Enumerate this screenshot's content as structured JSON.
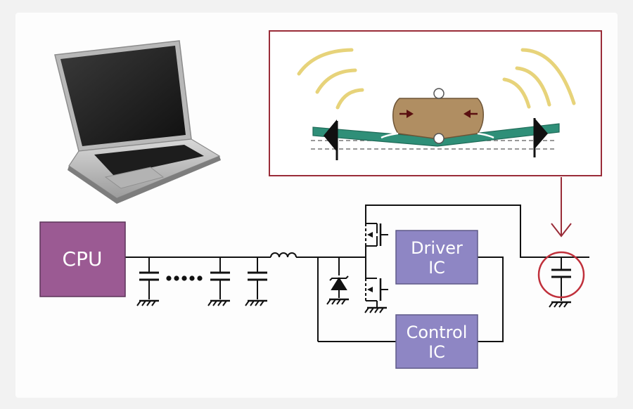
{
  "blocks": {
    "cpu": {
      "label": "CPU"
    },
    "driver_ic": {
      "line1": "Driver",
      "line2": "IC"
    },
    "control_ic": {
      "line1": "Control",
      "line2": "IC"
    }
  },
  "colors": {
    "background": "#f2f2f2",
    "panel": "#fdfdfd",
    "cpu_fill": "#9b5a93",
    "ic_fill": "#8e86c4",
    "wire": "#111111",
    "callout_frame": "#9a2c38",
    "callout_circle": "#c0303b",
    "sound_wave": "#e7d37a",
    "pcb_green": "#2f8f78",
    "ceramic_body": "#b08e62"
  },
  "icons": {
    "laptop": "laptop-icon",
    "inductor": "inductor-icon",
    "diode": "zener-diode-icon",
    "capacitor": "capacitor-icon",
    "ground": "ground-icon",
    "sound_waves": "sound-wave-icon",
    "vibration": "vibration-arrow-icon"
  },
  "capacitor_bank": {
    "ellipsis_dots": 5
  }
}
